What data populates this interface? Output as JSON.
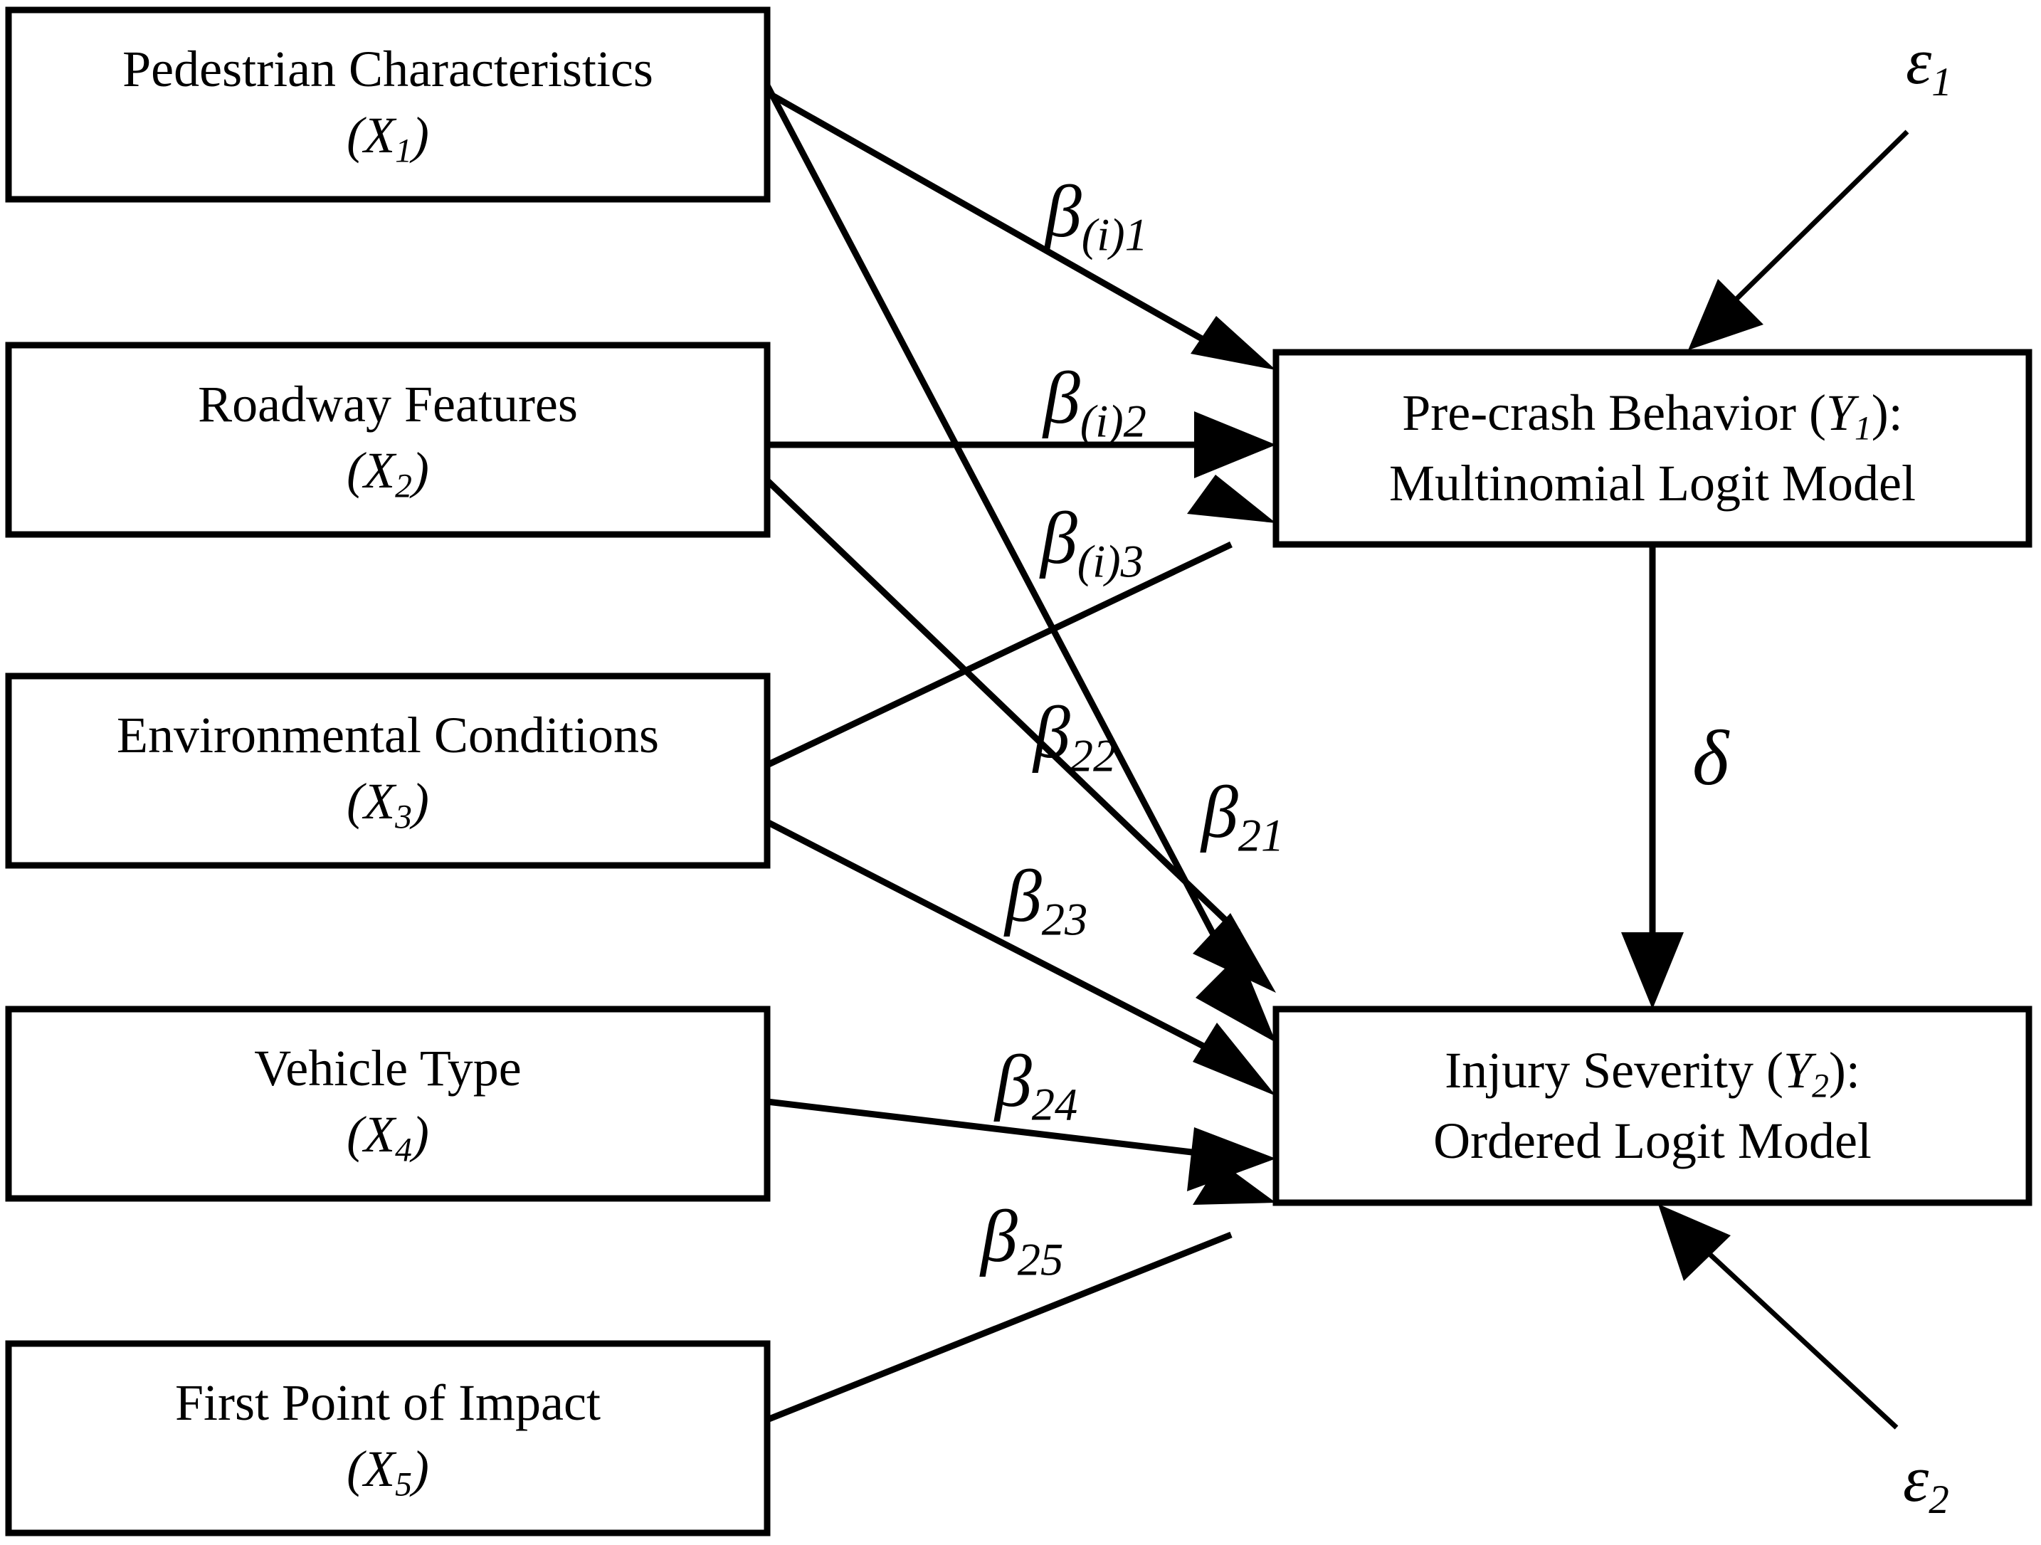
{
  "diagram": {
    "title": "Pedestrian crash structural model path diagram",
    "type": "path-diagram",
    "background_color": "#ffffff",
    "line_color": "#000000"
  },
  "exogenous_boxes": [
    {
      "id": "x1",
      "name": "Pedestrian Characteristics",
      "variable": "X",
      "subscript": "1"
    },
    {
      "id": "x2",
      "name": "Roadway Features",
      "variable": "X",
      "subscript": "2"
    },
    {
      "id": "x3",
      "name": "Environmental Conditions",
      "variable": "X",
      "subscript": "3"
    },
    {
      "id": "x4",
      "name": "Vehicle Type",
      "variable": "X",
      "subscript": "4"
    },
    {
      "id": "x5",
      "name": "First Point of Impact",
      "variable": "X",
      "subscript": "5"
    }
  ],
  "endogenous_boxes": [
    {
      "id": "y1",
      "line1_prefix": "Pre-crash Behavior (",
      "variable": "Y",
      "subscript": "1",
      "line1_suffix": "):",
      "line2": "Multinomial Logit Model"
    },
    {
      "id": "y2",
      "line1_prefix": "Injury Severity (",
      "variable": "Y",
      "subscript": "2",
      "line1_suffix": "):",
      "line2": "Ordered Logit Model"
    }
  ],
  "path_labels": [
    {
      "id": "b_i1",
      "symbol": "β",
      "subscript": "(i)1",
      "from": "x1",
      "to": "y1"
    },
    {
      "id": "b_i2",
      "symbol": "β",
      "subscript": "(i)2",
      "from": "x2",
      "to": "y1"
    },
    {
      "id": "b_i3",
      "symbol": "β",
      "subscript": "(i)3",
      "from": "x3",
      "to": "y1"
    },
    {
      "id": "b_22",
      "symbol": "β",
      "subscript": "22",
      "from": "x2",
      "to": "y2"
    },
    {
      "id": "b_21",
      "symbol": "β",
      "subscript": "21",
      "from": "x1",
      "to": "y2"
    },
    {
      "id": "b_23",
      "symbol": "β",
      "subscript": "23",
      "from": "x3",
      "to": "y2"
    },
    {
      "id": "b_24",
      "symbol": "β",
      "subscript": "24",
      "from": "x4",
      "to": "y2"
    },
    {
      "id": "b_25",
      "symbol": "β",
      "subscript": "25",
      "from": "x5",
      "to": "y2"
    }
  ],
  "structural_label": {
    "id": "delta",
    "symbol": "δ",
    "from": "y1",
    "to": "y2"
  },
  "error_terms": [
    {
      "id": "eps1",
      "symbol": "ε",
      "subscript": "1",
      "to": "y1"
    },
    {
      "id": "eps2",
      "symbol": "ε",
      "subscript": "2",
      "to": "y2"
    }
  ]
}
